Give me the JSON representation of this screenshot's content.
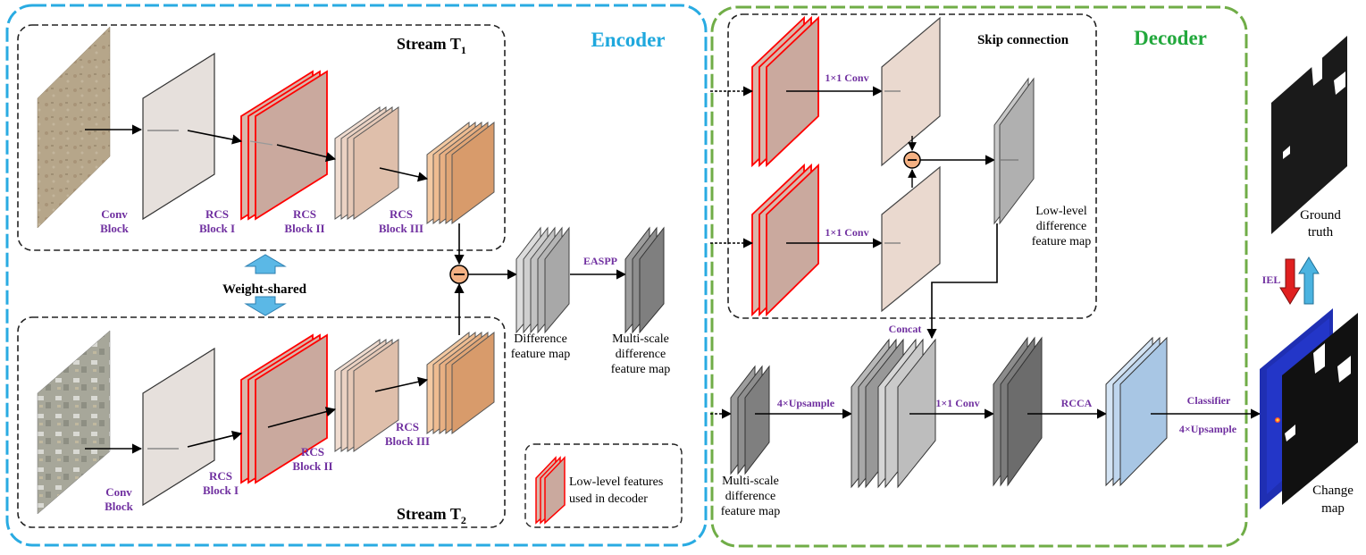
{
  "encoder": {
    "title": "Encoder",
    "stream1": {
      "title": "Stream T",
      "subscript": "1",
      "conv_block": [
        "Conv",
        "Block"
      ],
      "rcs1": [
        "RCS",
        "Block I"
      ],
      "rcs2": [
        "RCS",
        "Block II"
      ],
      "rcs3": [
        "RCS",
        "Block III"
      ]
    },
    "weight_shared": "Weight-shared",
    "stream2": {
      "title": "Stream T",
      "subscript": "2",
      "conv_block": [
        "Conv",
        "Block"
      ],
      "rcs1": [
        "RCS",
        "Block I"
      ],
      "rcs2": [
        "RCS",
        "Block II"
      ],
      "rcs3": [
        "RCS",
        "Block III"
      ]
    },
    "easpp": "EASPP",
    "difference_feature_map": [
      "Difference",
      "feature map"
    ],
    "multiscale_feature_map": [
      "Multi-scale",
      "difference",
      "feature map"
    ],
    "legend": [
      "Low-level features",
      "used in decoder"
    ]
  },
  "decoder": {
    "title": "Decoder",
    "skip_connection": "Skip connection",
    "conv1x1_top": "1×1 Conv",
    "conv1x1_mid": "1×1 Conv",
    "low_level_map": [
      "Low-level",
      "difference",
      "feature map"
    ],
    "concat": "Concat",
    "upsample1": "4×Upsample",
    "conv1x1_bottom": "1×1 Conv",
    "rcca": "RCCA",
    "classifier": "Classifier",
    "upsample2": "4×Upsample",
    "multiscale_input": [
      "Multi-scale",
      "difference",
      "feature map"
    ]
  },
  "outputs": {
    "ground_truth": [
      "Ground",
      "truth"
    ],
    "iel": "IEL",
    "change_map": [
      "Change",
      "map"
    ]
  },
  "colors": {
    "encoder_border": "#29abe2",
    "decoder_border": "#70ad47",
    "encoder_title": "#1fa8dd",
    "decoder_title": "#22a83c",
    "label_purple": "#7030a0",
    "red_block": "#ff0000",
    "arrow_blue": "#4bb3e0",
    "arrow_red": "#e02020"
  }
}
